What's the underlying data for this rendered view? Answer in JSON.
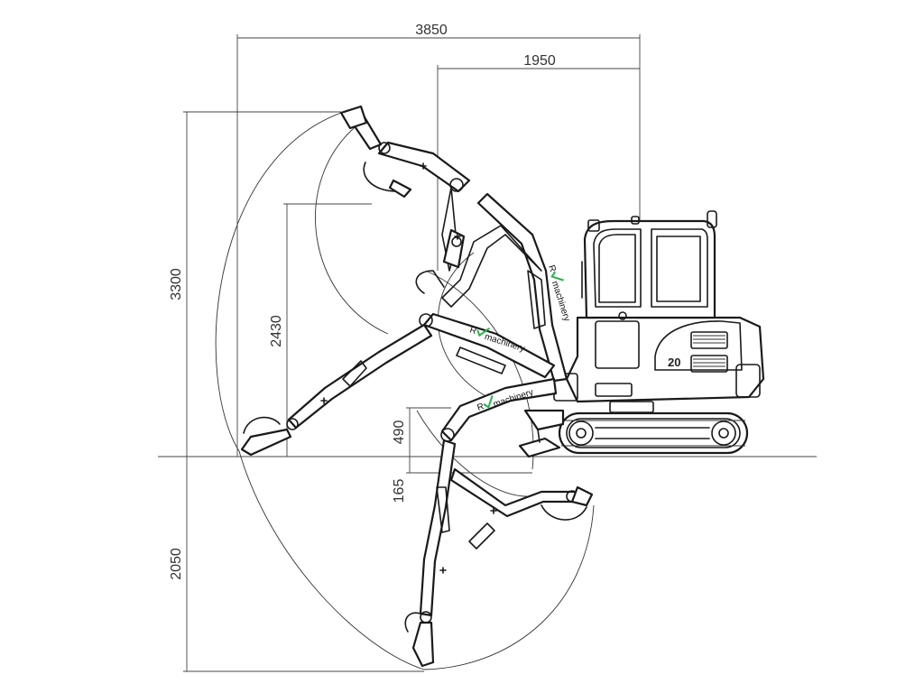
{
  "dimensions": {
    "overall_reach": "3850",
    "upper_reach": "1950",
    "max_height": "3300",
    "dump_height": "2430",
    "blade_lift": "490",
    "blade_depth": "165",
    "dig_depth": "2050"
  },
  "machine": {
    "model_label": "20",
    "brand_prefix": "R",
    "brand_name": "machinery"
  },
  "colors": {
    "brand_accent": "#27b34a",
    "line": "#1a1a1a"
  }
}
